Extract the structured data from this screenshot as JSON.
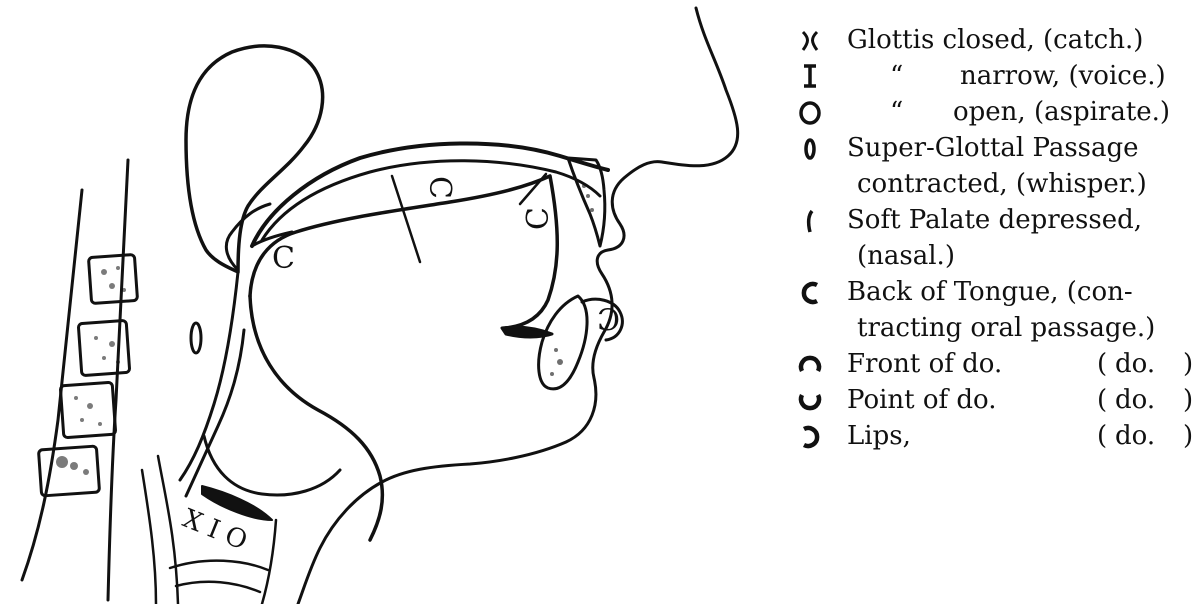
{
  "legend": {
    "items": [
      {
        "icon": "glottis-closed-icon",
        "label": "Glottis closed, (catch.)"
      },
      {
        "icon": "glottis-narrow-icon",
        "ditto": "“",
        "label": "narrow, (voice.)"
      },
      {
        "icon": "glottis-open-icon",
        "ditto": "“",
        "label": "open, (aspirate.)"
      },
      {
        "icon": "super-glottal-contracted-icon",
        "label": "Super-Glottal  Passage",
        "label2": "contracted, (whisper.)"
      },
      {
        "icon": "soft-palate-depressed-icon",
        "label": "Soft  Palate  depressed,",
        "label2": "(nasal.)"
      },
      {
        "icon": "back-of-tongue-icon",
        "label": "Back  of  Tongue,  (con-",
        "label2": "tracting oral passage.)"
      },
      {
        "icon": "front-of-tongue-icon",
        "label": "Front of do.",
        "paren": "(",
        "do": "do.",
        "close": ")"
      },
      {
        "icon": "point-of-tongue-icon",
        "label": "Point of do.",
        "paren": "(",
        "do": "do.",
        "close": ")"
      },
      {
        "icon": "lips-icon",
        "label": "Lips,",
        "paren": "(",
        "do": "do.",
        "close": ")"
      }
    ]
  },
  "diagram": {
    "glottis_marks": "X I O",
    "tongue_mark_back": "C",
    "tongue_mark_front": "C",
    "tongue_mark_point": "C",
    "lips_mark": "C"
  }
}
